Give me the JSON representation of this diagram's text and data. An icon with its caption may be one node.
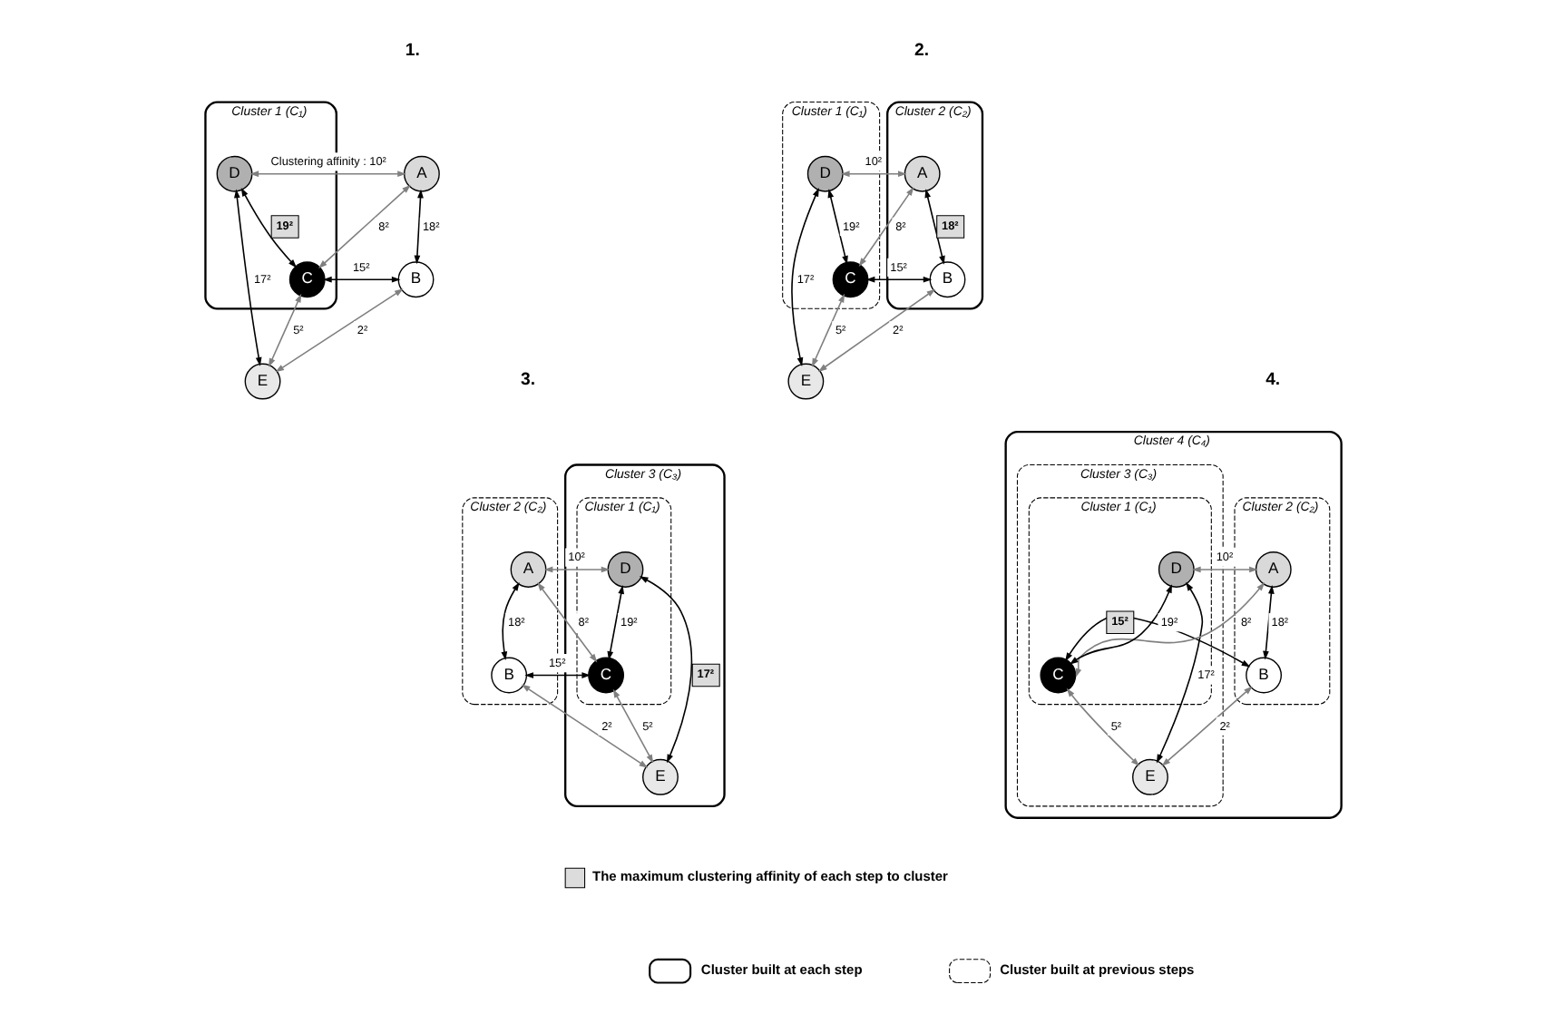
{
  "diagram": {
    "nodes": [
      {
        "text": [
          "A"
        ]
      },
      {
        "text": [
          "B"
        ]
      },
      {
        "text": [
          "Cluster 1 (C₁)"
        ]
      },
      {
        "text": [
          "D"
        ],
        "in": 2
      },
      {
        "text": [
          "C"
        ],
        "in": 2
      },
      {
        "text": [
          "E"
        ]
      },
      {
        "text": [
          "Cluster 2 (C₂)"
        ]
      },
      {
        "text": [
          "A"
        ],
        "in": 6
      },
      {
        "text": [
          "B"
        ],
        "in": 6
      },
      {
        "text": [
          "Cluster 1 (C₁)"
        ]
      },
      {
        "text": [
          "D"
        ],
        "in": 9
      },
      {
        "text": [
          "C"
        ],
        "in": 9
      },
      {
        "text": [
          "E"
        ]
      },
      {
        "text": [
          "Cluster 2 (C₂)"
        ]
      },
      {
        "text": [
          "A"
        ],
        "in": 13
      },
      {
        "text": [
          "B"
        ],
        "in": 13
      },
      {
        "text": [
          "Cluster 3 (C₃)"
        ]
      },
      {
        "text": [
          "Cluster 1 (C₁)"
        ],
        "in": 16
      },
      {
        "text": [
          "D"
        ],
        "in": 17
      },
      {
        "text": [
          "C"
        ],
        "in": 17
      },
      {
        "text": [
          "E"
        ],
        "in": 16
      },
      {
        "text": [
          "Cluster 4 (C₄)"
        ]
      },
      {
        "text": [
          "Cluster 2 (C₂)"
        ],
        "in": 21
      },
      {
        "text": [
          "A"
        ],
        "in": 22
      },
      {
        "text": [
          "B"
        ],
        "in": 22
      },
      {
        "text": [
          "Cluster 3 (C₃)"
        ],
        "in": 21
      },
      {
        "text": [
          "Cluster 1 (C₁)"
        ],
        "in": 25
      },
      {
        "text": [
          "D"
        ],
        "in": 26
      },
      {
        "text": [
          "C"
        ],
        "in": 26
      },
      {
        "text": [
          "E"
        ],
        "in": 25
      }
    ],
    "edges": [
      {
        "from": 0,
        "to": 3,
        "arrow": "both",
        "label": "Clustering affinity : 10²",
        "color": "#808080"
      },
      {
        "from": 4,
        "to": 0,
        "arrow": "both",
        "label": "8²",
        "color": "#808080"
      },
      {
        "from": 0,
        "to": 1,
        "arrow": "both",
        "label": "18²",
        "color": "#000000"
      },
      {
        "from": 1,
        "to": 4,
        "arrow": "both",
        "label": "15²",
        "color": "#000000"
      },
      {
        "from": 4,
        "to": 3,
        "arrow": "both",
        "label": "19²",
        "color": "#000000"
      },
      {
        "from": 3,
        "to": 5,
        "arrow": "both",
        "label": "17²",
        "color": "#000000"
      },
      {
        "from": 4,
        "to": 5,
        "arrow": "both",
        "label": "5²",
        "color": "#808080"
      },
      {
        "from": 1,
        "to": 5,
        "arrow": "both",
        "label": "2²",
        "color": "#808080"
      },
      {
        "from": 7,
        "to": 10,
        "arrow": "both",
        "label": "10²",
        "color": "#808080"
      },
      {
        "from": 11,
        "to": 7,
        "arrow": "both",
        "label": "8²",
        "color": "#808080"
      },
      {
        "from": 7,
        "to": 8,
        "arrow": "both",
        "label": "18²",
        "color": "#000000"
      },
      {
        "from": 8,
        "to": 11,
        "arrow": "both",
        "label": "15²",
        "color": "#000000"
      },
      {
        "from": 11,
        "to": 10,
        "arrow": "both",
        "label": "19²",
        "color": "#000000"
      },
      {
        "from": 10,
        "to": 12,
        "arrow": "both",
        "label": "17²",
        "color": "#000000"
      },
      {
        "from": 11,
        "to": 12,
        "arrow": "both",
        "label": "5²",
        "color": "#808080"
      },
      {
        "from": 8,
        "to": 12,
        "arrow": "both",
        "label": "2²",
        "color": "#808080"
      },
      {
        "from": 14,
        "to": 18,
        "arrow": "both",
        "label": "10²",
        "color": "#808080"
      },
      {
        "from": 19,
        "to": 14,
        "arrow": "both",
        "label": "8²",
        "color": "#808080"
      },
      {
        "from": 14,
        "to": 15,
        "arrow": "both",
        "label": "18²",
        "color": "#000000"
      },
      {
        "from": 15,
        "to": 19,
        "arrow": "both",
        "label": "15²",
        "color": "#000000"
      },
      {
        "from": 19,
        "to": 18,
        "arrow": "both",
        "label": "19²",
        "color": "#000000"
      },
      {
        "from": 18,
        "to": 20,
        "arrow": "both",
        "label": "17²",
        "color": "#000000"
      },
      {
        "from": 19,
        "to": 20,
        "arrow": "both",
        "label": "5²",
        "color": "#808080"
      },
      {
        "from": 15,
        "to": 20,
        "arrow": "both",
        "label": "2²",
        "color": "#808080"
      },
      {
        "from": 23,
        "to": 27,
        "arrow": "both",
        "label": "10²",
        "color": "#808080"
      },
      {
        "from": 28,
        "to": 23,
        "arrow": "both",
        "label": "8²",
        "color": "#808080"
      },
      {
        "from": 23,
        "to": 24,
        "arrow": "both",
        "label": "18²",
        "color": "#000000"
      },
      {
        "from": 24,
        "to": 28,
        "arrow": "both",
        "label": "15²",
        "color": "#000000"
      },
      {
        "from": 28,
        "to": 27,
        "arrow": "both",
        "label": "19²",
        "color": "#000000"
      },
      {
        "from": 27,
        "to": 29,
        "arrow": "both",
        "label": "17²",
        "color": "#000000"
      },
      {
        "from": 28,
        "to": 29,
        "arrow": "both",
        "label": "5²",
        "color": "#808080"
      },
      {
        "from": 24,
        "to": 29,
        "arrow": "both",
        "label": "2²",
        "color": "#808080"
      }
    ],
    "labels": [
      "1.",
      "2.",
      "3.",
      "4."
    ],
    "legend": [
      {
        "text": "The maximum clustering affinity of each step to cluster"
      },
      {
        "text": "Cluster built at each step"
      },
      {
        "text": "Cluster built at previous steps"
      }
    ]
  }
}
